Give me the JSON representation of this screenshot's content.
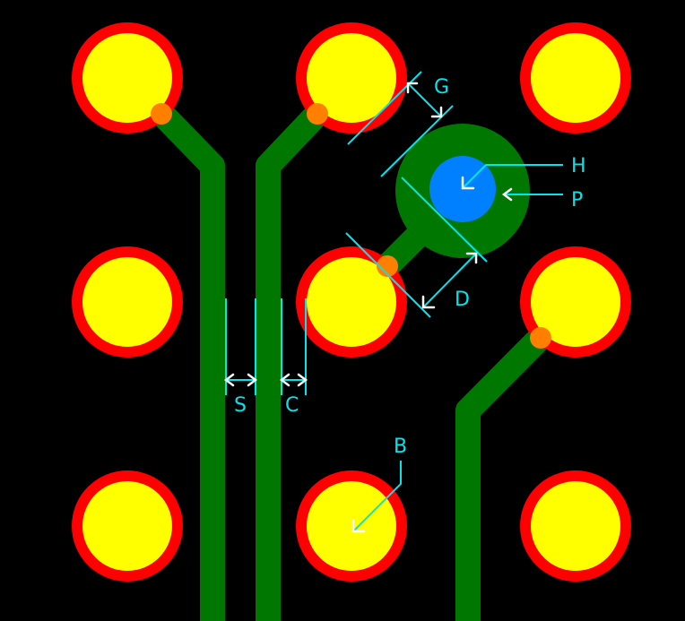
{
  "colors": {
    "background": "#000000",
    "pad_ring": "#ff0000",
    "pad_center": "#ffff00",
    "trace": "#007700",
    "via_hole": "#0080ff",
    "annotation": "#00e5ee",
    "arrow": "#ffffff",
    "overlap": "#ff8000"
  },
  "labels": {
    "G": "G",
    "H": "H",
    "P": "P",
    "D": "D",
    "S": "S",
    "C": "C",
    "B": "B"
  },
  "pad_grid": {
    "rows": 3,
    "columns": 3
  }
}
